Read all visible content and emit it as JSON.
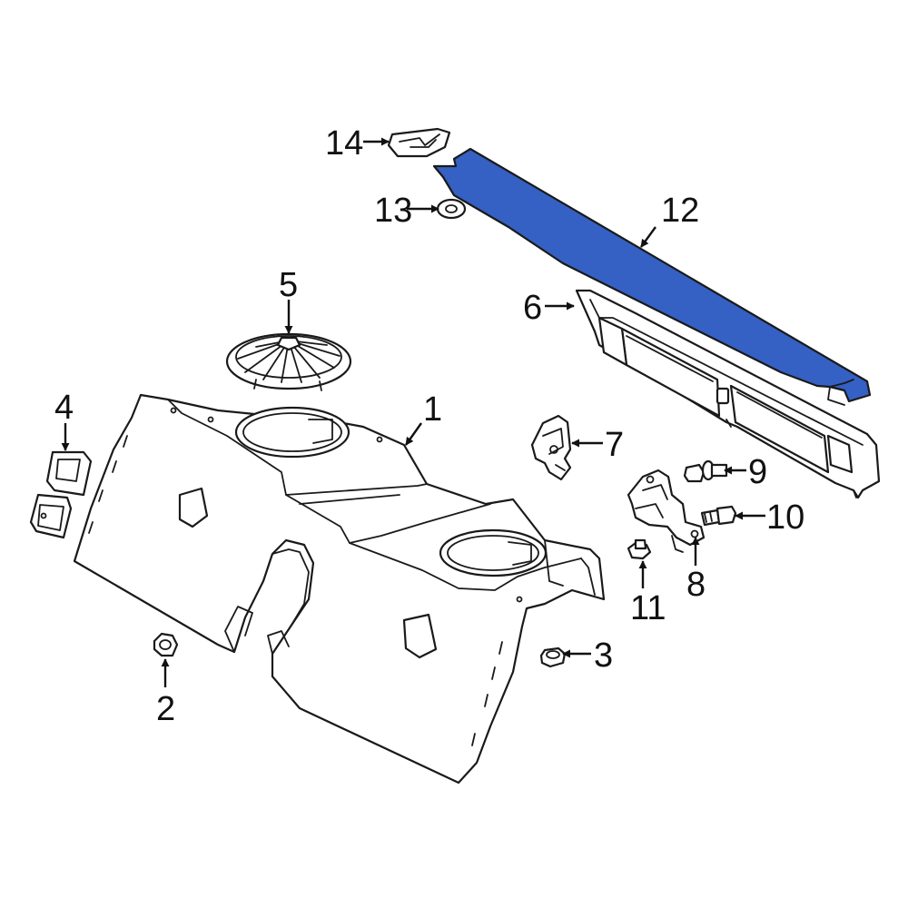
{
  "colors": {
    "highlight": "#3560c4",
    "line": "#1a1a1a",
    "background": "#ffffff"
  },
  "callouts": [
    {
      "id": "1",
      "label": "1"
    },
    {
      "id": "2",
      "label": "2"
    },
    {
      "id": "3",
      "label": "3"
    },
    {
      "id": "4",
      "label": "4"
    },
    {
      "id": "5",
      "label": "5"
    },
    {
      "id": "6",
      "label": "6"
    },
    {
      "id": "7",
      "label": "7"
    },
    {
      "id": "8",
      "label": "8"
    },
    {
      "id": "9",
      "label": "9"
    },
    {
      "id": "10",
      "label": "10"
    },
    {
      "id": "11",
      "label": "11"
    },
    {
      "id": "12",
      "label": "12"
    },
    {
      "id": "13",
      "label": "13"
    },
    {
      "id": "14",
      "label": "14"
    }
  ],
  "highlighted_part": "12"
}
